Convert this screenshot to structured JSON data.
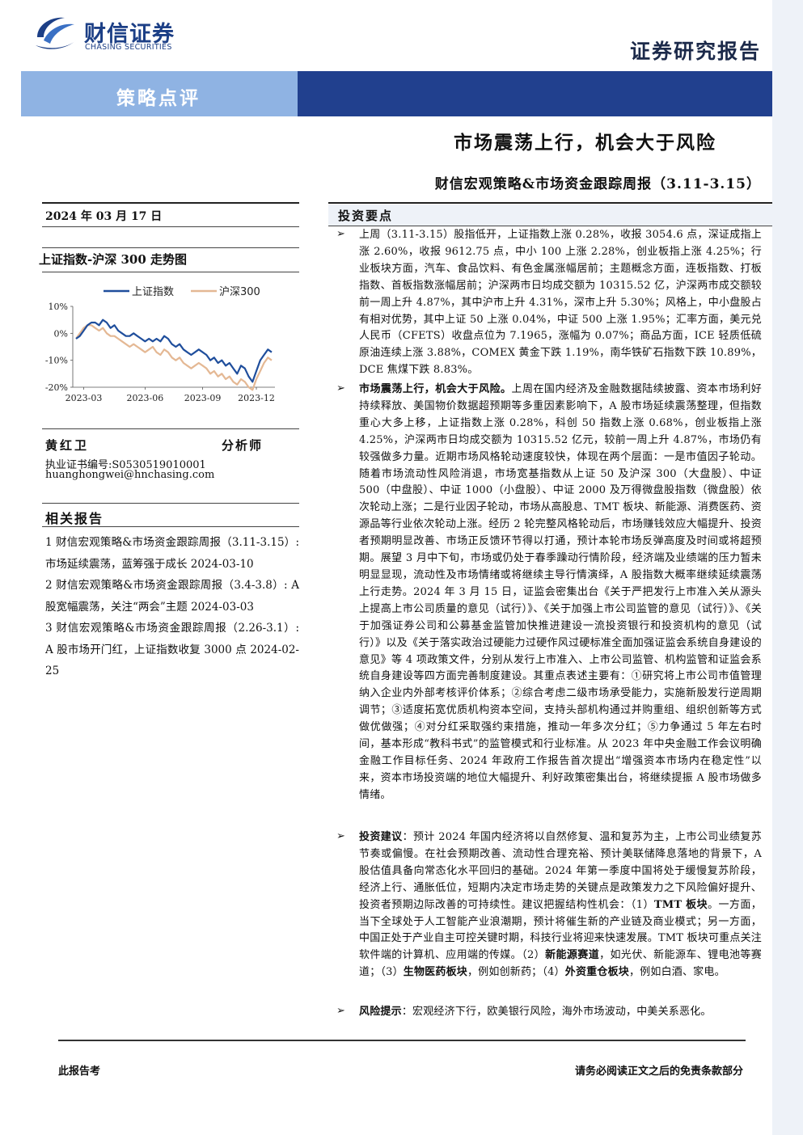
{
  "brand": {
    "name_cn": "财信证券",
    "name_en": "CHASING SECURITIES",
    "color": "#1c3f86"
  },
  "header": {
    "report_type": "证券研究报告",
    "banner_label": "策略点评",
    "title": "市场震荡上行，机会大于风险",
    "subtitle": "财信宏观策略&市场资金跟踪周报（3.11-3.15）"
  },
  "sidebar": {
    "date": "2024 年 03 月 17 日",
    "chart_title": "上证指数-沪深 300 走势图",
    "analyst": {
      "name": "黄红卫",
      "role": "分析师",
      "cert": "执业证书编号:S0530519010001",
      "email": "huanghongwei@hnchasing.com"
    },
    "related_title": "相关报告",
    "related": [
      "1 财信宏观策略&市场资金跟踪周报（3.11-3.15）:市场延续震荡，蓝筹强于成长 2024-03-10",
      "2 财信宏观策略&市场资金跟踪周报（3.4-3.8）: A 股宽幅震荡，关注“两会”主题 2024-03-03",
      "3 财信宏观策略&市场资金跟踪周报（2.26-3.1）: A 股市场开门红，上证指数收复 3000 点 2024-02-25"
    ]
  },
  "chart_data": {
    "type": "line",
    "title": "",
    "xlabel": "",
    "ylabel": "",
    "x_ticks": [
      "2023-03",
      "2023-06",
      "2023-09",
      "2023-12"
    ],
    "y_ticks": [
      "10%",
      "0%",
      "-10%",
      "-20%"
    ],
    "ylim": [
      -20,
      10
    ],
    "legend_position": "top",
    "grid": false,
    "series": [
      {
        "name": "上证指数",
        "color": "#1f4e9c",
        "values": [
          -2,
          -1,
          1,
          3,
          4,
          4,
          3,
          5,
          4,
          2,
          3,
          1,
          0,
          -1,
          -1,
          0,
          -1,
          -2,
          -3,
          -2,
          -3,
          -2,
          -3,
          -1,
          -2,
          -4,
          -5,
          -4,
          -6,
          -7,
          -8,
          -7,
          -6,
          -7,
          -8,
          -10,
          -9,
          -11,
          -10,
          -12,
          -11,
          -13,
          -15,
          -12,
          -13,
          -16,
          -18,
          -14,
          -10,
          -8,
          -6,
          -7
        ]
      },
      {
        "name": "沪深300",
        "color": "#e4b894",
        "values": [
          -2,
          0,
          2,
          3,
          3,
          2,
          1,
          2,
          0,
          -1,
          -1,
          -2,
          -3,
          -4,
          -5,
          -4,
          -5,
          -6,
          -7,
          -6,
          -5,
          -7,
          -8,
          -6,
          -7,
          -9,
          -10,
          -9,
          -11,
          -12,
          -13,
          -12,
          -11,
          -12,
          -13,
          -15,
          -14,
          -16,
          -15,
          -17,
          -16,
          -18,
          -19,
          -17,
          -18,
          -20,
          -21,
          -17,
          -14,
          -11,
          -9,
          -10
        ]
      }
    ]
  },
  "investment": {
    "title": "投资要点",
    "b1": "上周（3.11-3.15）股指低开，上证指数上涨 0.28%，收报 3054.6 点，深证成指上涨 2.60%，收报 9612.75 点，中小 100 上涨 2.28%，创业板指上涨 4.25%；行业板块方面，汽车、食品饮料、有色金属涨幅居前；主题概念方面，连板指数、打板指数、首板指数涨幅居前；沪深两市日均成交额为 10315.52 亿，沪深两市成交额较前一周上升 4.87%，其中沪市上升 4.31%，深市上升 5.30%；风格上，中小盘股占有相对优势，其中上证 50 上涨 0.04%，中证 500 上涨 1.95%；汇率方面，美元兑人民币（CFETS）收盘点位为 7.1965，涨幅为 0.07%；商品方面，ICE 轻质低硫原油连续上涨 3.88%，COMEX 黄金下跌 1.19%，南华铁矿石指数下跌 10.89%，DCE 焦煤下跌 8.83%。",
    "b2_head": "市场震荡上行，机会大于风险。",
    "b2_body": "上周在国内经济及金融数据陆续披露、资本市场利好持续释放、美国物价数据超预期等多重因素影响下，A 股市场延续震荡整理，但指数重心大多上移，上证指数上涨 0.28%，科创 50 指数上涨 0.68%，创业板指上涨 4.25%，沪深两市日均成交额为 10315.52 亿元，较前一周上升 4.87%，市场仍有较强做多力量。近期市场风格轮动速度较快，体现在两个层面：一是市值因子轮动。随着市场流动性风险消退，市场宽基指数从上证 50 及沪深 300（大盘股）、中证 500（中盘股）、中证 1000（小盘股）、中证 2000 及万得微盘股指数（微盘股）依次轮动上涨；二是行业因子轮动，市场从高股息、TMT 板块、新能源、消费医药、资源品等行业依次轮动上涨。经历 2 轮完整风格轮动后，市场赚钱效应大幅提升、投资者预期明显改善、市场正反馈环节得以打通，预计本轮市场反弹高度及时间或将超预期。展望 3 月中下旬，市场或仍处于春季躁动行情阶段，经济端及业绩端的压力暂未明显显现，流动性及市场情绪或将继续主导行情演绎，A 股指数大概率继续延续震荡上行走势。2024 年 3 月 15 日，证监会密集出台《关于严把发行上市准入关从源头上提高上市公司质量的意见（试行）》、《关于加强上市公司监管的意见（试行）》、《关于加强证券公司和公募基金监管加快推进建设一流投资银行和投资机构的意见（试行）》以及《关于落实政治过硬能力过硬作风过硬标准全面加强证监会系统自身建设的意见》等 4 项政策文件，分别从发行上市准入、上市公司监管、机构监管和证监会系统自身建设等四方面完善制度建设。其重点表述主要有：①研究将上市公司市值管理纳入企业内外部考核评价体系；②综合考虑二级市场承受能力，实施新股发行逆周期调节；③适度拓宽优质机构资本空间，支持头部机构通过并购重组、组织创新等方式做优做强；④对分红采取强约束措施，推动一年多次分红；⑤力争通过 5 年左右时间，基本形成“教科书式”的监管模式和行业标准。从 2023 年中央金融工作会议明确金融工作目标任务、2024 年政府工作报告首次提出“增强资本市场内在稳定性”以来，资本市场投资端的地位大幅提升、利好政策密集出台，将继续提振 A 股市场做多情绪。",
    "b3_head": "投资建议",
    "b3_p1": "：预计 2024 年国内经济将以自然修复、温和复苏为主，上市公司业绩复苏节奏或偏慢。在社会预期改善、流动性合理充裕、预计美联储降息落地的背景下，A 股估值具备向常态化水平回归的基础。2024 年第一季度中国将处于缓慢复苏阶段，经济上行、通胀低位，短期内决定市场走势的关键点是政策发力之下风险偏好提升、投资者预期边际改善的可持续性。建议把握结构性机会：（1）",
    "b3_k1": "TMT 板块",
    "b3_p2": "。一方面，当下全球处于人工智能产业浪潮期，预计将催生新的产业链及商业模式；另一方面，中国正处于产业自主可控关键时期，科技行业将迎来快速发展。TMT 板块可重点关注软件端的计算机、应用端的传媒。（2）",
    "b3_k2": "新能源赛道",
    "b3_p3": "，如光伏、新能源车、锂电池等赛道；（3）",
    "b3_k3": "生物医药板块",
    "b3_p4": "，例如创新药；（4）",
    "b3_k4": "外资重仓板块",
    "b3_p5": "，例如白酒、家电。",
    "b4_head": "风险提示",
    "b4_body": "：宏观经济下行，欧美银行风险，海外市场波动，中美关系恶化。"
  },
  "footer": {
    "left": "此报告考",
    "right": "请务必阅读正文之后的免责条款部分"
  }
}
